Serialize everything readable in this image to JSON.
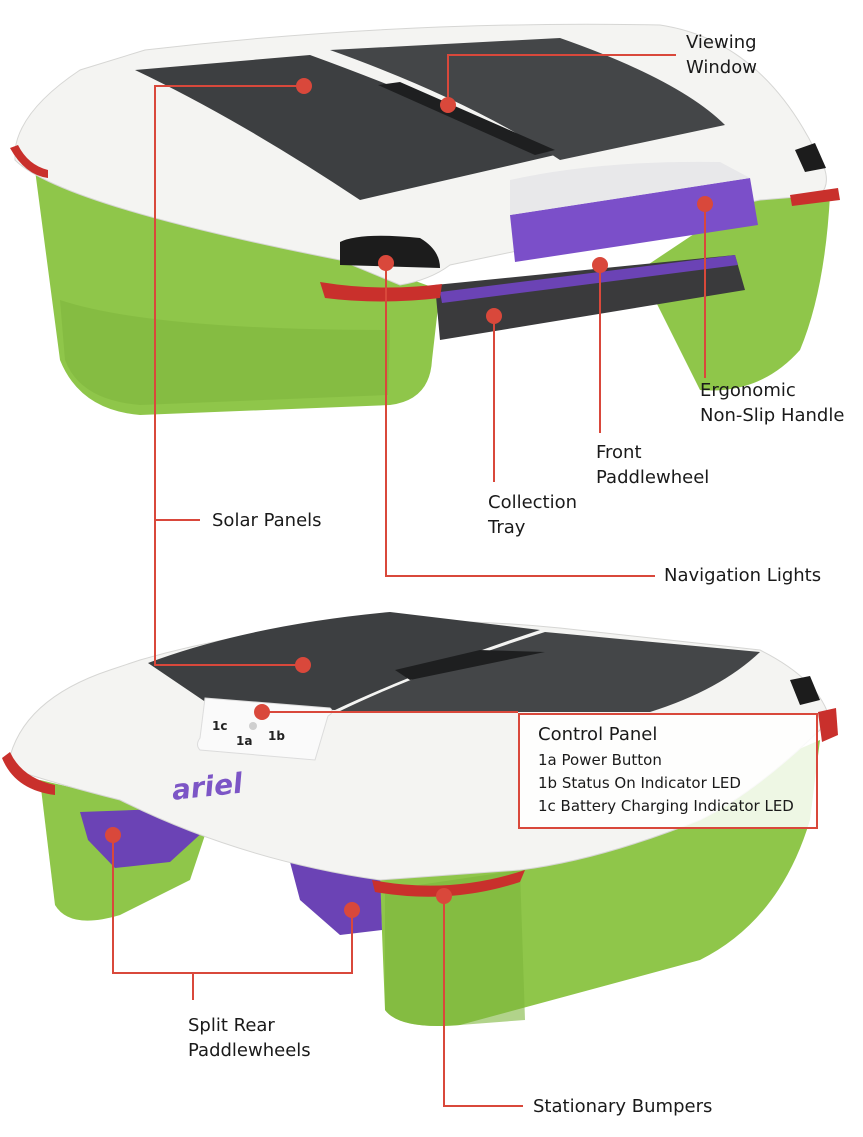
{
  "colors": {
    "hull": "#8fc64a",
    "hull_dark": "#6fa533",
    "shell": "#f4f4f2",
    "panel": "#3d3f41",
    "accent": "#7b4fc9",
    "bumper": "#c9302c",
    "callout": "#d9483b"
  },
  "labels": {
    "viewing_window": [
      "Viewing",
      "Window"
    ],
    "ergonomic_handle": [
      "Ergonomic",
      "Non-Slip Handle"
    ],
    "front_paddlewheel": [
      "Front",
      "Paddlewheel"
    ],
    "collection_tray": [
      "Collection",
      "Tray"
    ],
    "solar_panels": "Solar Panels",
    "navigation_lights": "Navigation Lights",
    "split_rear_paddlewheels": [
      "Split Rear",
      "Paddlewheels"
    ],
    "stationary_bumpers": "Stationary Bumpers"
  },
  "control_panel": {
    "title": "Control Panel",
    "items": [
      "1a Power Button",
      "1b Status On Indicator LED",
      "1c Battery Charging Indicator LED"
    ]
  },
  "device_markings": {
    "button_1a": "1a",
    "button_1b": "1b",
    "button_1c": "1c",
    "brand_logo": "ariel"
  }
}
